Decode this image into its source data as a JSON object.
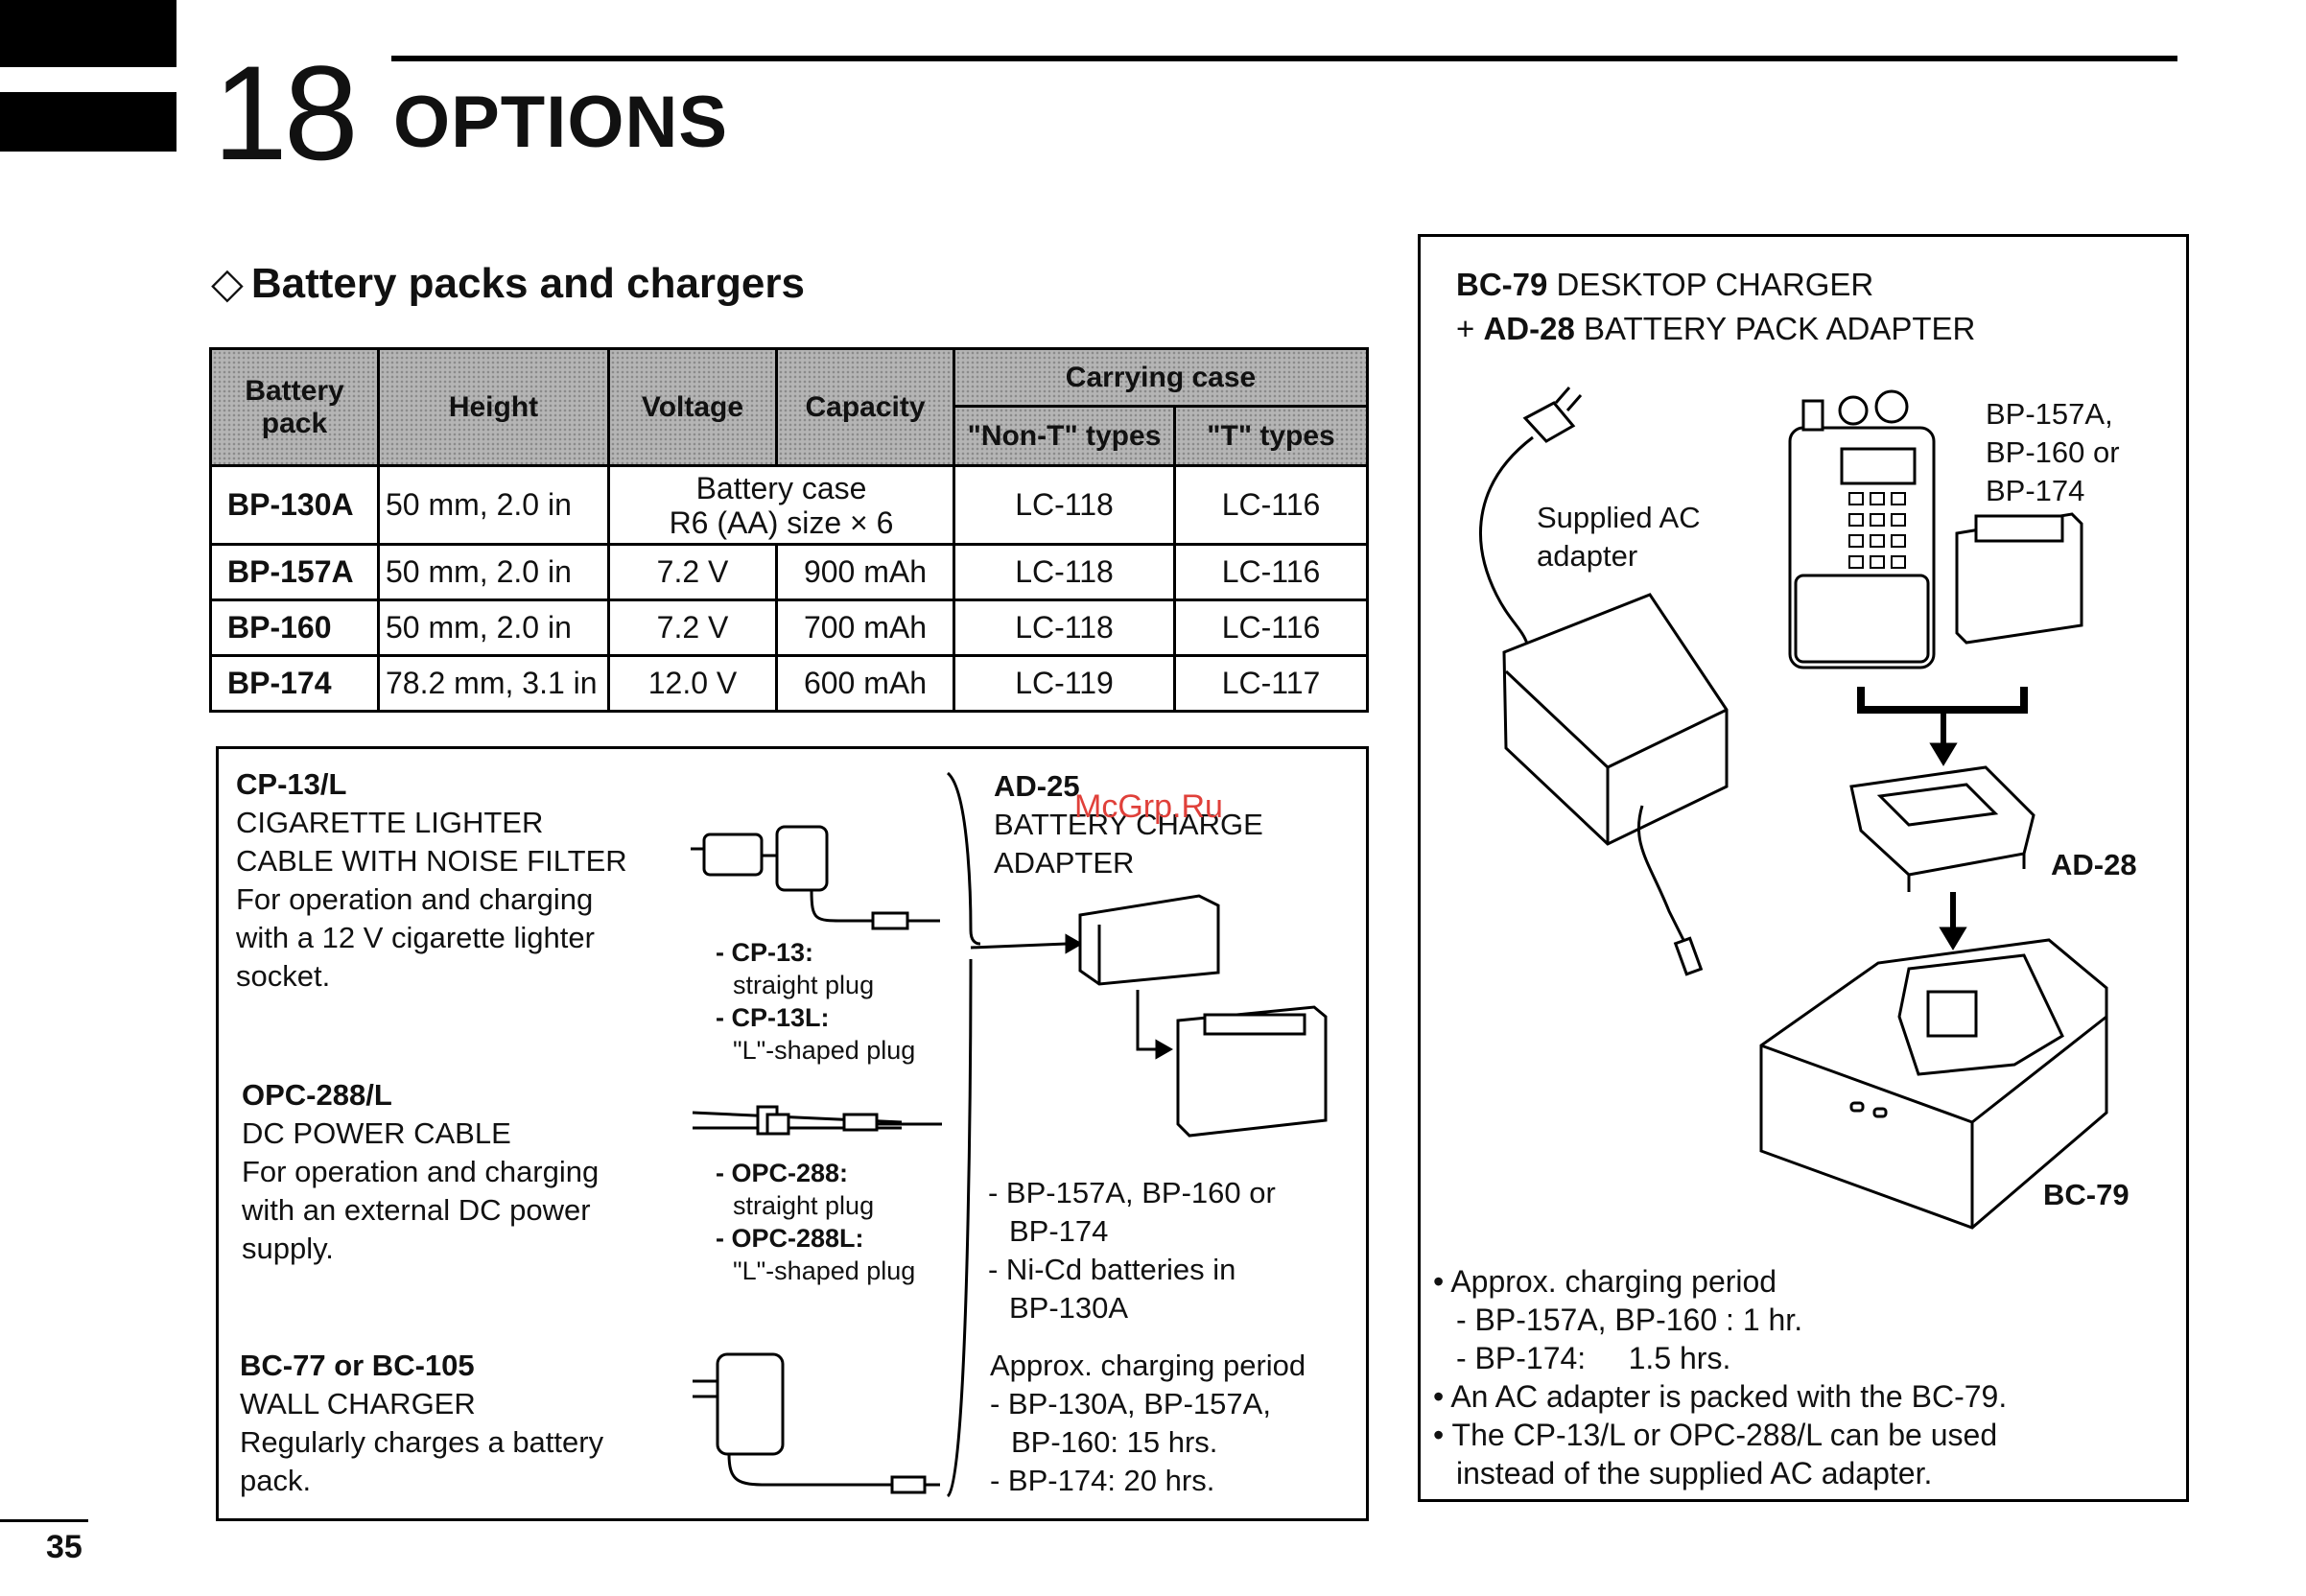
{
  "chapter": {
    "number": "18",
    "title": "OPTIONS"
  },
  "section": {
    "title": "Battery packs and chargers"
  },
  "table": {
    "headers": {
      "battery_pack": "Battery pack",
      "height": "Height",
      "voltage": "Voltage",
      "capacity": "Capacity",
      "carrying_case": "Carrying case",
      "non_t": "\"Non-T\" types",
      "t": "\"T\" types"
    },
    "rows": [
      {
        "pack": "BP-130A",
        "height": "50 mm, 2.0 in",
        "battery_case_1": "Battery case",
        "battery_case_2": "R6 (AA) size × 6",
        "non_t": "LC-118",
        "t": "LC-116"
      },
      {
        "pack": "BP-157A",
        "height": "50 mm, 2.0 in",
        "voltage": "7.2 V",
        "capacity": "900 mAh",
        "non_t": "LC-118",
        "t": "LC-116"
      },
      {
        "pack": "BP-160",
        "height": "50 mm, 2.0 in",
        "voltage": "7.2 V",
        "capacity": "700 mAh",
        "non_t": "LC-118",
        "t": "LC-116"
      },
      {
        "pack": "BP-174",
        "height": "78.2 mm, 3.1 in",
        "voltage": "12.0 V",
        "capacity": "600 mAh",
        "non_t": "LC-119",
        "t": "LC-117"
      }
    ]
  },
  "cp13": {
    "model": "CP-13/L",
    "line1": "CIGARETTE LIGHTER",
    "line2": "CABLE WITH NOISE FILTER",
    "desc1": "For operation and charging",
    "desc2": "with a 12 V cigarette lighter",
    "desc3": "socket.",
    "opt1_name": "- CP-13:",
    "opt1_desc": "straight plug",
    "opt2_name": "- CP-13L:",
    "opt2_desc": "\"L\"-shaped plug"
  },
  "opc288": {
    "model": "OPC-288/L",
    "line1": "DC POWER CABLE",
    "desc1": "For operation and charging",
    "desc2": "with an external DC power",
    "desc3": "supply.",
    "opt1_name": "- OPC-288:",
    "opt1_desc": "straight plug",
    "opt2_name": "- OPC-288L:",
    "opt2_desc": "\"L\"-shaped plug"
  },
  "bc77": {
    "model": "BC-77 or BC-105",
    "line1": "WALL CHARGER",
    "desc1": "Regularly charges a battery",
    "desc2": "pack."
  },
  "ad25": {
    "model": "AD-25",
    "line1": "BATTERY CHARGE",
    "line2": "ADAPTER",
    "item1a": "- BP-157A, BP-160 or",
    "item1b": "BP-174",
    "item2a": "- Ni-Cd batteries in",
    "item2b": "BP-130A",
    "period_title": "Approx. charging period",
    "period1a": "- BP-130A, BP-157A,",
    "period1b": "BP-160: 15 hrs.",
    "period2": "- BP-174: 20 hrs."
  },
  "bc79": {
    "title1_model": "BC-79",
    "title1_rest": " DESKTOP CHARGER",
    "title2_prefix": "+ ",
    "title2_model": "AD-28",
    "title2_rest": " BATTERY PACK ADAPTER",
    "packs1": "BP-157A,",
    "packs2": "BP-160 or",
    "packs3": "BP-174",
    "ac1": "Supplied AC",
    "ac2": "adapter",
    "ad28_label": "AD-28",
    "bc79_label": "BC-79",
    "note1": "Approx. charging period",
    "note1a": "- BP-157A, BP-160 : 1 hr.",
    "note1b": "- BP-174:     1.5 hrs.",
    "note2": "An AC adapter is packed with the BC-79.",
    "note3a": "The CP-13/L or OPC-288/L can be used",
    "note3b": "instead of the supplied AC adapter."
  },
  "watermark": "McGrp.Ru",
  "page_number": "35"
}
